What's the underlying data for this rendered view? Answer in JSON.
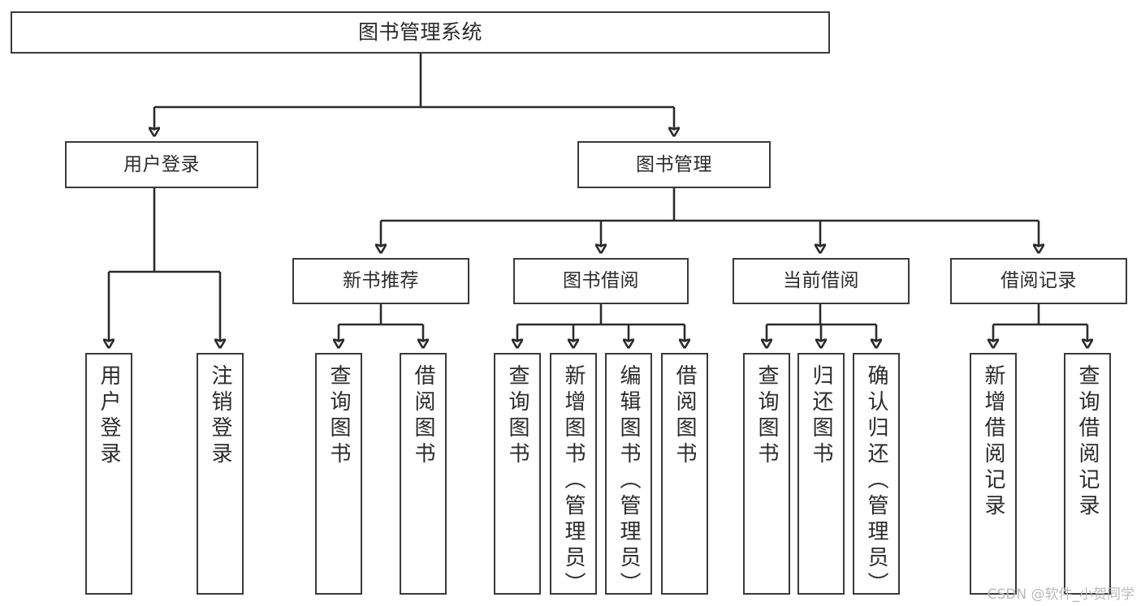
{
  "diagram": {
    "title": "图书管理系统",
    "type": "hierarchy-tree",
    "levels": 4,
    "root": {
      "label": "图书管理系统"
    },
    "level2": [
      {
        "label": "用户登录"
      },
      {
        "label": "图书管理"
      }
    ],
    "level3": [
      {
        "label": "新书推荐"
      },
      {
        "label": "图书借阅"
      },
      {
        "label": "当前借阅"
      },
      {
        "label": "借阅记录"
      }
    ],
    "leaves": {
      "user_login": [
        {
          "label": "用户登录"
        },
        {
          "label": "注销登录"
        }
      ],
      "new_book_recommend": [
        {
          "label": "查询图书"
        },
        {
          "label": "借阅图书"
        }
      ],
      "book_borrow": [
        {
          "label": "查询图书"
        },
        {
          "label": "新增图书（管理员）"
        },
        {
          "label": "编辑图书（管理员）"
        },
        {
          "label": "借阅图书"
        }
      ],
      "current_borrow": [
        {
          "label": "查询图书"
        },
        {
          "label": "归还图书"
        },
        {
          "label": "确认归还（管理员）"
        }
      ],
      "borrow_record": [
        {
          "label": "新增借阅记录"
        },
        {
          "label": "查询借阅记录"
        }
      ]
    }
  },
  "watermark": {
    "text": "CSDN @软件_小贺同学"
  },
  "colors": {
    "box_border": "#3a3a3a",
    "line": "#2b2b2b",
    "text": "#2b2b2b",
    "background": "#ffffff",
    "watermark": "#b9b9b9"
  }
}
